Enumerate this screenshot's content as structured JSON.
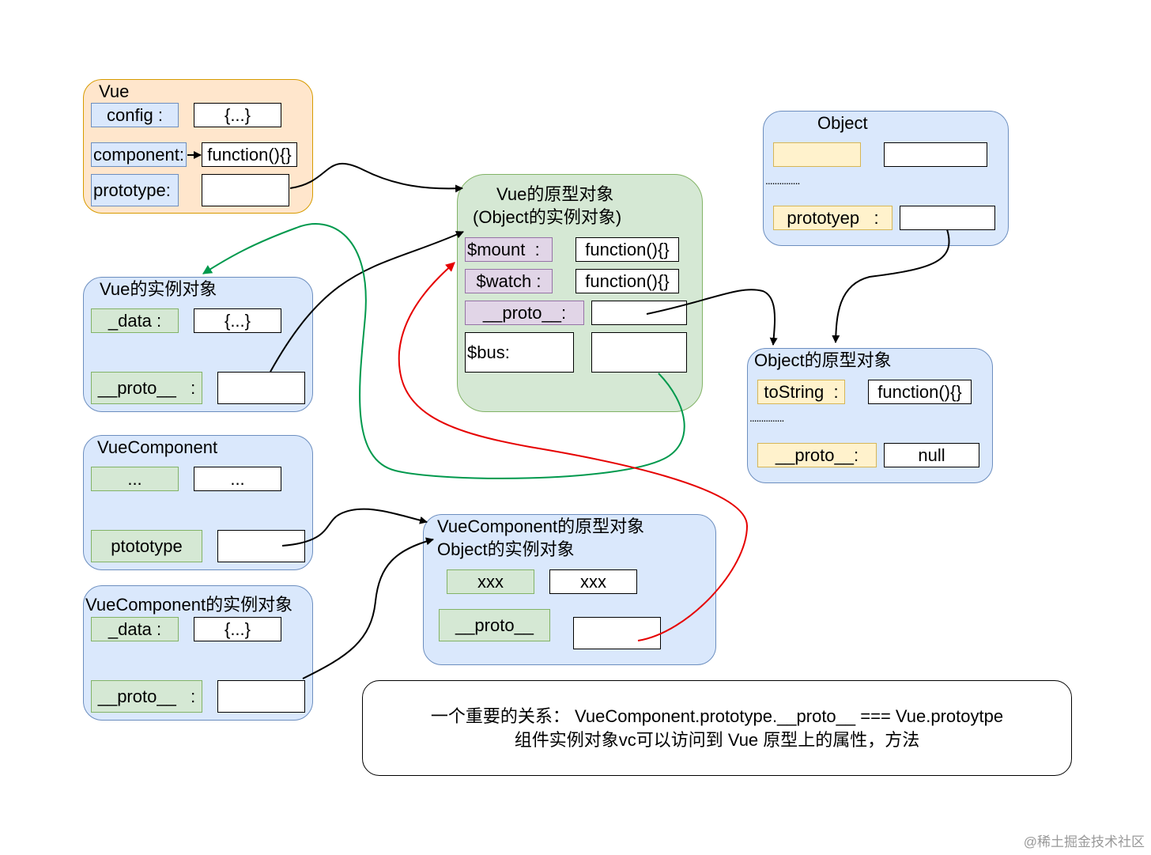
{
  "vue": {
    "title": "Vue",
    "config_label": "config :",
    "config_value": "{...}",
    "component_label": "component:",
    "component_value": "function(){}",
    "prototype_label": "prototype:"
  },
  "vue_proto": {
    "title_line1": "Vue的原型对象",
    "title_line2": "(Object的实例对象)",
    "mount_label": "$mount  :",
    "mount_value": "function(){}",
    "watch_label": "$watch :",
    "watch_value": "function(){}",
    "proto_label": "__proto__:",
    "bus_label": "$bus:"
  },
  "object": {
    "title": "Object",
    "dots": "...............",
    "prototype_label": "prototyep   :"
  },
  "object_proto": {
    "title": "Object的原型对象",
    "tostring_label": "toString  :",
    "tostring_value": "function(){}",
    "dots": "...............",
    "proto_label": "__proto__:",
    "proto_value": "null"
  },
  "vue_instance": {
    "title": "Vue的实例对象",
    "data_label": "_data :",
    "data_value": "{...}",
    "proto_label": "__proto__   :"
  },
  "vuecomponent": {
    "title": "VueComponent",
    "row1_label": "...",
    "row1_value": "...",
    "prototype_label": "ptototype"
  },
  "vc_instance": {
    "title": "VueComponent的实例对象",
    "data_label": "_data :",
    "data_value": "{...}",
    "proto_label": "__proto__   :"
  },
  "vc_proto": {
    "title_line1": "VueComponent的原型对象",
    "title_line2": "Object的实例对象",
    "row_label": "xxx",
    "row_value": "xxx",
    "proto_label": "__proto__"
  },
  "note": {
    "line1": "一个重要的关系： VueComponent.prototype.__proto__ === Vue.protoytpe",
    "line2": "组件实例对象vc可以访问到 Vue 原型上的属性，方法"
  },
  "watermark": "@稀土掘金技术社区",
  "colors": {
    "arrow_default": "#000000",
    "arrow_green": "#00994d",
    "arrow_red": "#e60000"
  }
}
